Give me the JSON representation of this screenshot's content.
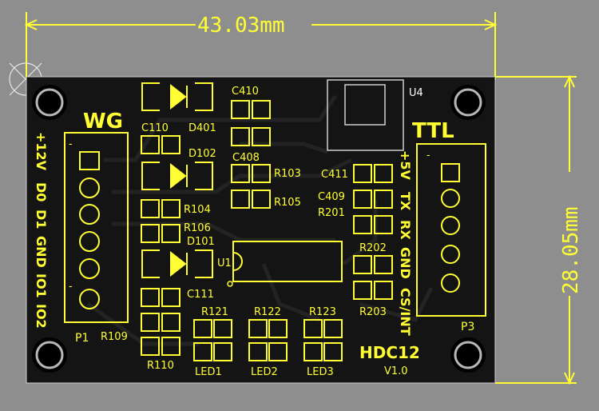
{
  "dimensions": {
    "width": "43.03mm",
    "height": "28.05mm"
  },
  "board": {
    "name": "HDC12",
    "version": "V1.0"
  },
  "headers": {
    "left": {
      "title": "WG",
      "ref": "P1",
      "pins": [
        "+12V",
        "D0",
        "D1",
        "GND",
        "IO1",
        "IO2"
      ],
      "marks": [
        "-",
        "-"
      ]
    },
    "right": {
      "title": "TTL",
      "ref": "P3",
      "pins": [
        "+5V",
        "TX",
        "RX",
        "GND",
        "CS/INT"
      ],
      "marks": [
        "-"
      ]
    }
  },
  "components": {
    "C410": "C410",
    "C408": "C408",
    "C110": "C110",
    "D401": "D401",
    "D102": "D102",
    "R103": "R103",
    "R105": "R105",
    "C411": "C411",
    "C409": "C409",
    "R201": "R201",
    "R104": "R104",
    "R106": "R106",
    "D101": "D101",
    "U1": "U1",
    "C111": "C111",
    "R202": "R202",
    "R203": "R203",
    "R121": "R121",
    "R122": "R122",
    "R123": "R123",
    "R109": "R109",
    "R110": "R110",
    "LED1": "LED1",
    "LED2": "LED2",
    "LED3": "LED3",
    "U4": "U4"
  },
  "colors": {
    "background": "#8e8e8e",
    "board": "#141414",
    "silkscreen": "#ffff33",
    "copper": "#1f1f1f"
  }
}
